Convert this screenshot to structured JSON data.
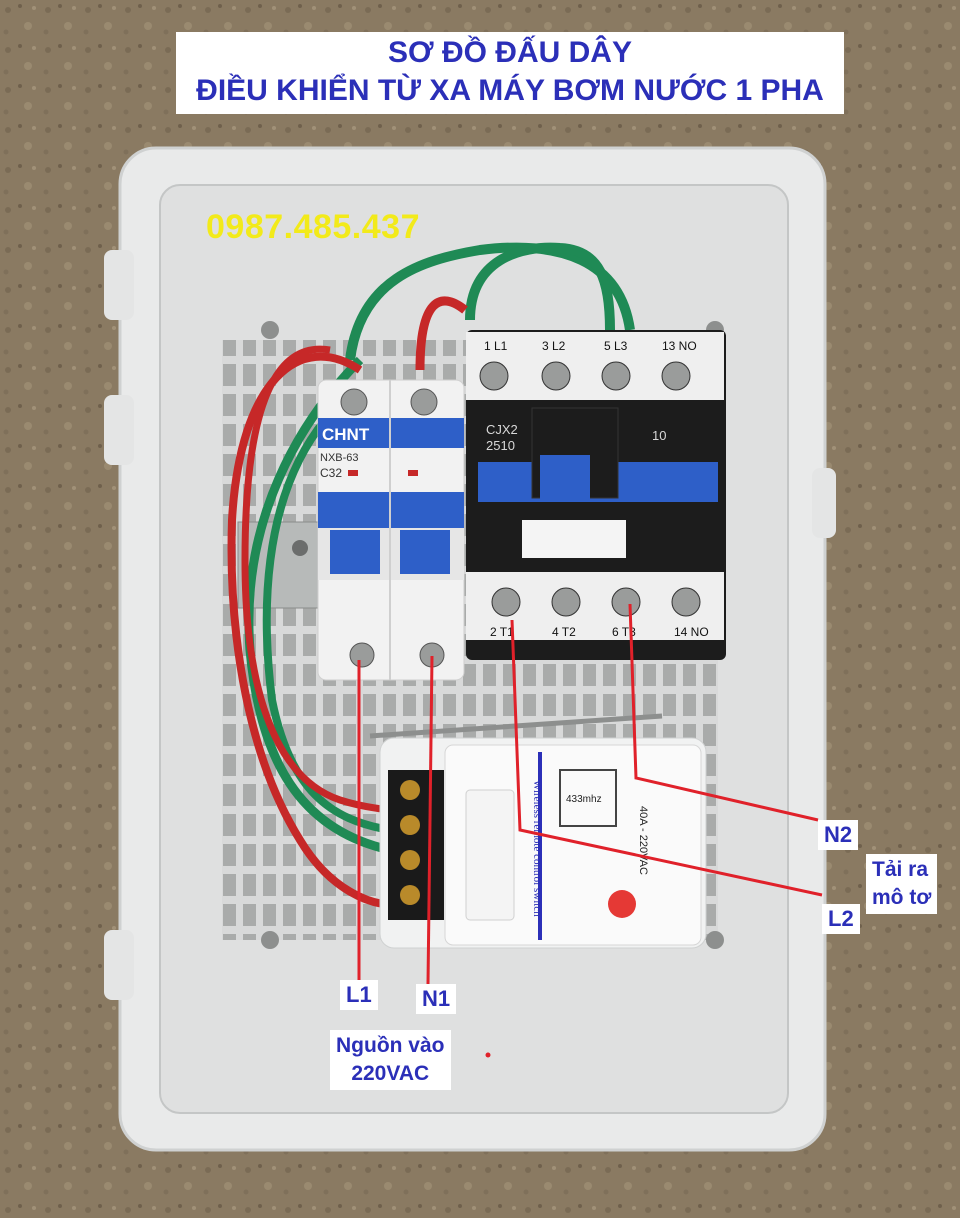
{
  "title": {
    "line1": "SƠ ĐỒ ĐẤU DÂY",
    "line2": "ĐIỀU KHIỂN TỪ XA MÁY BƠM NƯỚC 1 PHA"
  },
  "phone": "0987.485.437",
  "labels": {
    "n2": "N2",
    "load": "Tải ra\nmô tơ",
    "l2": "L2",
    "l1": "L1",
    "n1": "N1",
    "power_in": "Nguồn vào\n220VAC"
  },
  "breaker": {
    "brand": "CHNT",
    "model": "NXB-63",
    "rating": "C32"
  },
  "contactor": {
    "model_line1": "CJX2",
    "model_line2": "2510",
    "code": "10",
    "top_terminals": [
      "1 L1",
      "3 L2",
      "5 L3",
      "13 NO"
    ],
    "bottom_terminals": [
      "2 T1",
      "4 T2",
      "6 T3",
      "14 NO"
    ]
  },
  "receiver": {
    "freq": "433mhz",
    "rating": "40A - 220VAC",
    "side_text": "Wireless remote control switch"
  },
  "colors": {
    "title_text": "#2b2fb8",
    "phone_text": "#f2ea1a",
    "annotation_line": "#e0212a",
    "enclosure": "#e9eaea",
    "breaker_blue": "#2e5fc8",
    "contactor_black": "#1c1c1c",
    "wire_green": "#1f8a55",
    "wire_red": "#c62828"
  }
}
